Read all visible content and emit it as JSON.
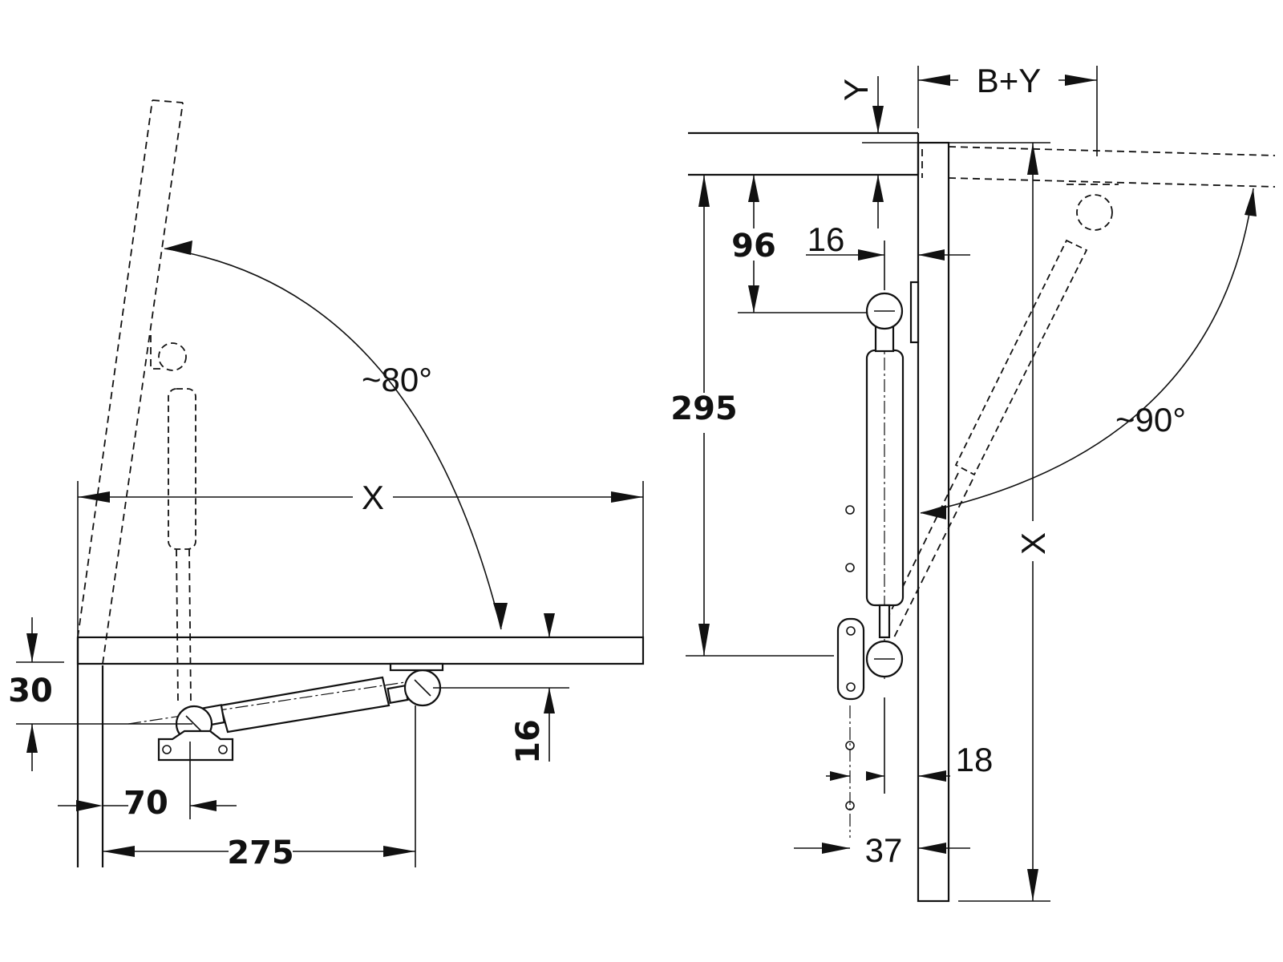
{
  "left_view": {
    "dim_width": "X",
    "dim_angle": "~80°",
    "dim_30": "30",
    "dim_16": "16",
    "dim_70": "70",
    "dim_275": "275"
  },
  "right_view": {
    "dim_top": "B+Y",
    "dim_y": "Y",
    "dim_96": "96",
    "dim_16": "16",
    "dim_295": "295",
    "dim_height": "X",
    "dim_angle": "~90°",
    "dim_18": "18",
    "dim_37": "37"
  }
}
